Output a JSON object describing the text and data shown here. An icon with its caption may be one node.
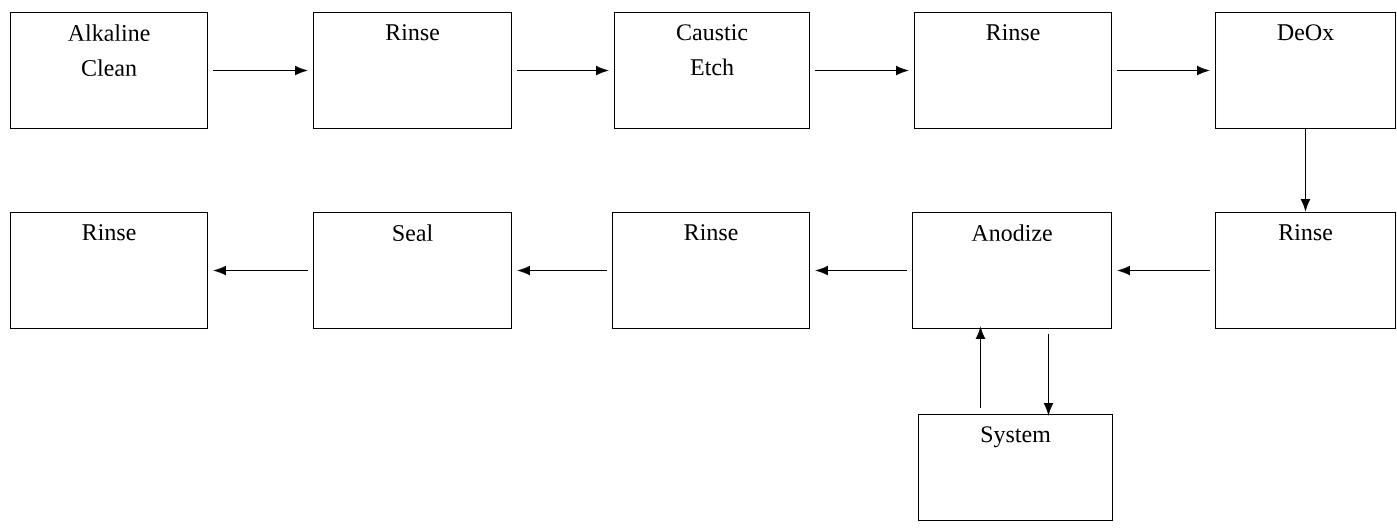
{
  "diagram": {
    "nodes": [
      {
        "text": [
          "Alkaline Clean"
        ]
      },
      {
        "text": [
          "Rinse"
        ]
      },
      {
        "text": [
          "Caustic Etch"
        ]
      },
      {
        "text": [
          "Rinse"
        ]
      },
      {
        "text": [
          "DeOx"
        ]
      },
      {
        "text": [
          "Rinse"
        ]
      },
      {
        "text": [
          "Seal"
        ]
      },
      {
        "text": [
          "Rinse"
        ]
      },
      {
        "text": [
          "Anodize"
        ]
      },
      {
        "text": [
          "Rinse"
        ]
      },
      {
        "text": [
          "System"
        ]
      }
    ],
    "edges": [
      {
        "from": 0,
        "to": 1,
        "arrow": "to"
      },
      {
        "from": 1,
        "to": 2,
        "arrow": "to"
      },
      {
        "from": 2,
        "to": 3,
        "arrow": "to"
      },
      {
        "from": 3,
        "to": 4,
        "arrow": "to"
      },
      {
        "from": 4,
        "to": 9,
        "arrow": "to"
      },
      {
        "from": 9,
        "to": 8,
        "arrow": "to"
      },
      {
        "from": 8,
        "to": 7,
        "arrow": "to"
      },
      {
        "from": 7,
        "to": 6,
        "arrow": "to"
      },
      {
        "from": 6,
        "to": 5,
        "arrow": "to"
      },
      {
        "from": 10,
        "to": 8,
        "arrow": "to"
      },
      {
        "from": 8,
        "to": 10,
        "arrow": "to"
      }
    ]
  }
}
